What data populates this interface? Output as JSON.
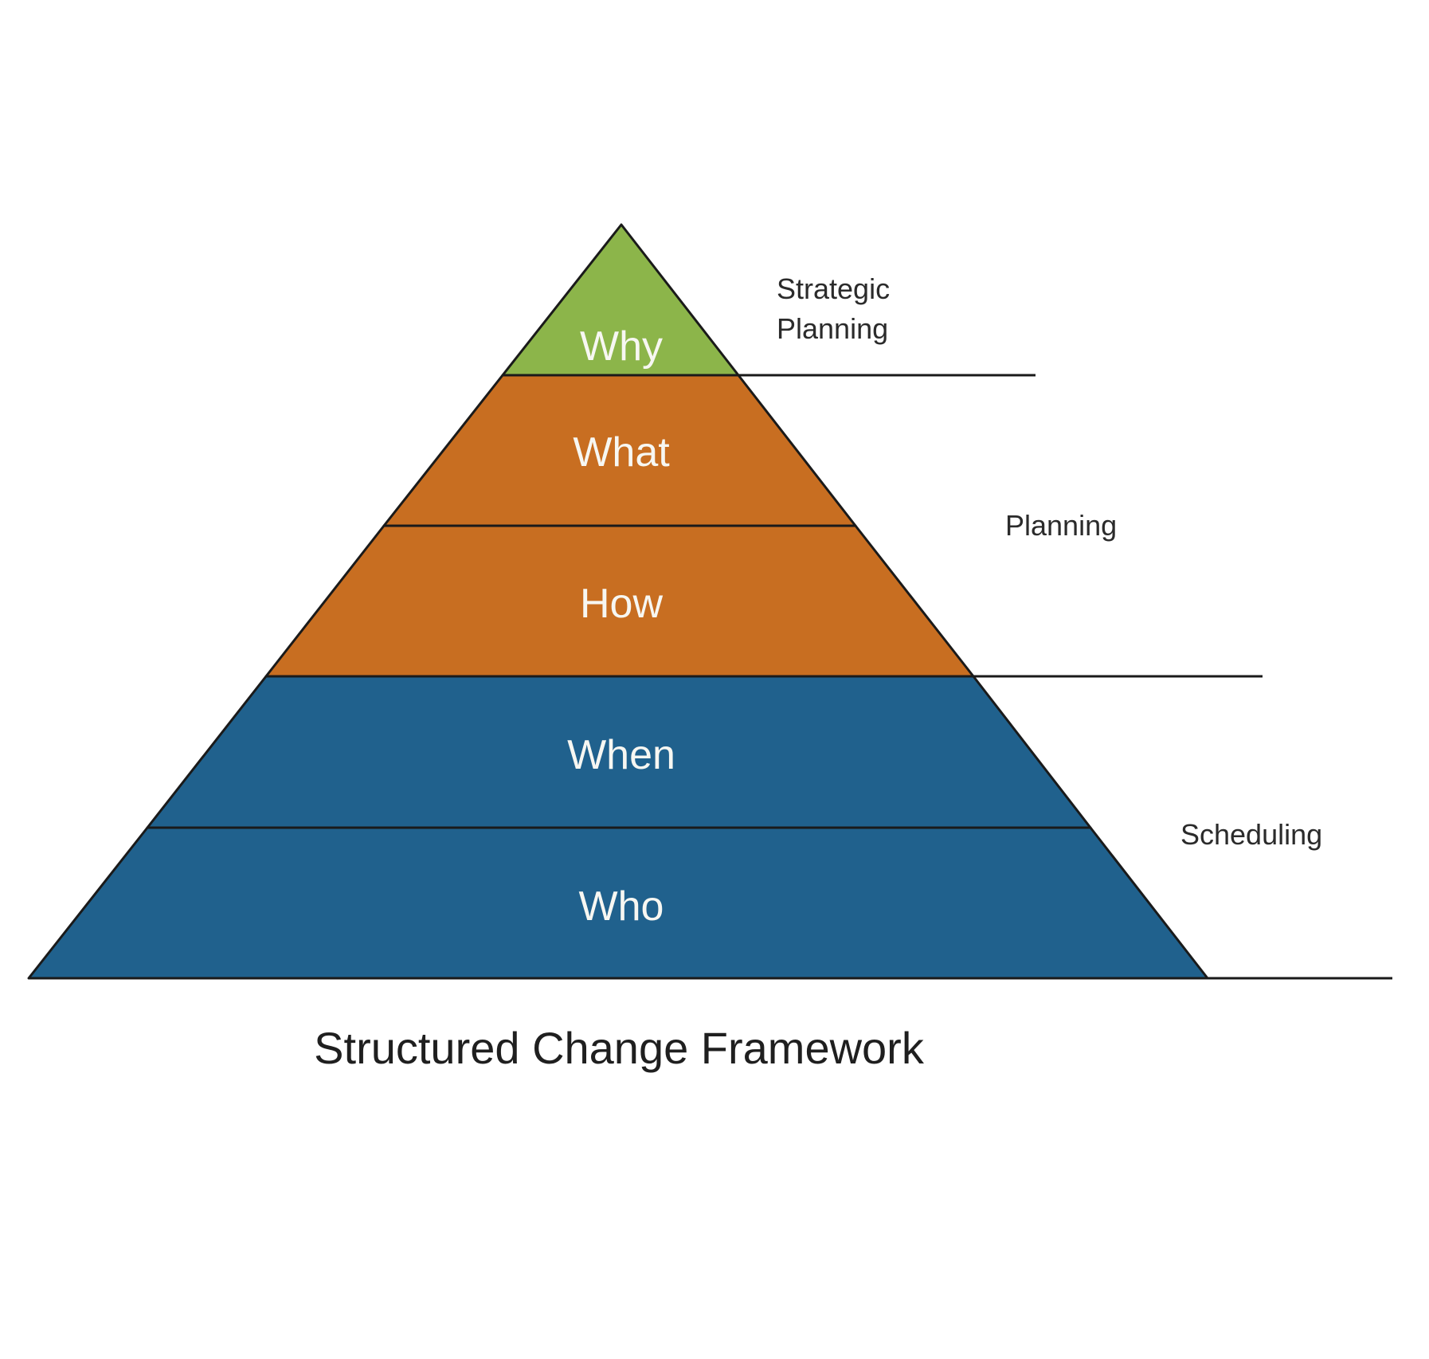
{
  "title": "Structured Change Framework",
  "pyramid": {
    "layers": [
      {
        "label": "Why",
        "color": "#8cb54a"
      },
      {
        "label": "What",
        "color": "#c86e21"
      },
      {
        "label": "How",
        "color": "#c86e21"
      },
      {
        "label": "When",
        "color": "#20618d"
      },
      {
        "label": "Who",
        "color": "#20618d"
      }
    ]
  },
  "annotations": {
    "strategic": {
      "line1": "Strategic",
      "line2": "Planning"
    },
    "planning": {
      "label": "Planning"
    },
    "scheduling": {
      "label": "Scheduling"
    }
  },
  "colors": {
    "outline": "#1a1a1a",
    "layer_text": "#f7f7f2",
    "annotation_text": "#2b2b2b"
  }
}
